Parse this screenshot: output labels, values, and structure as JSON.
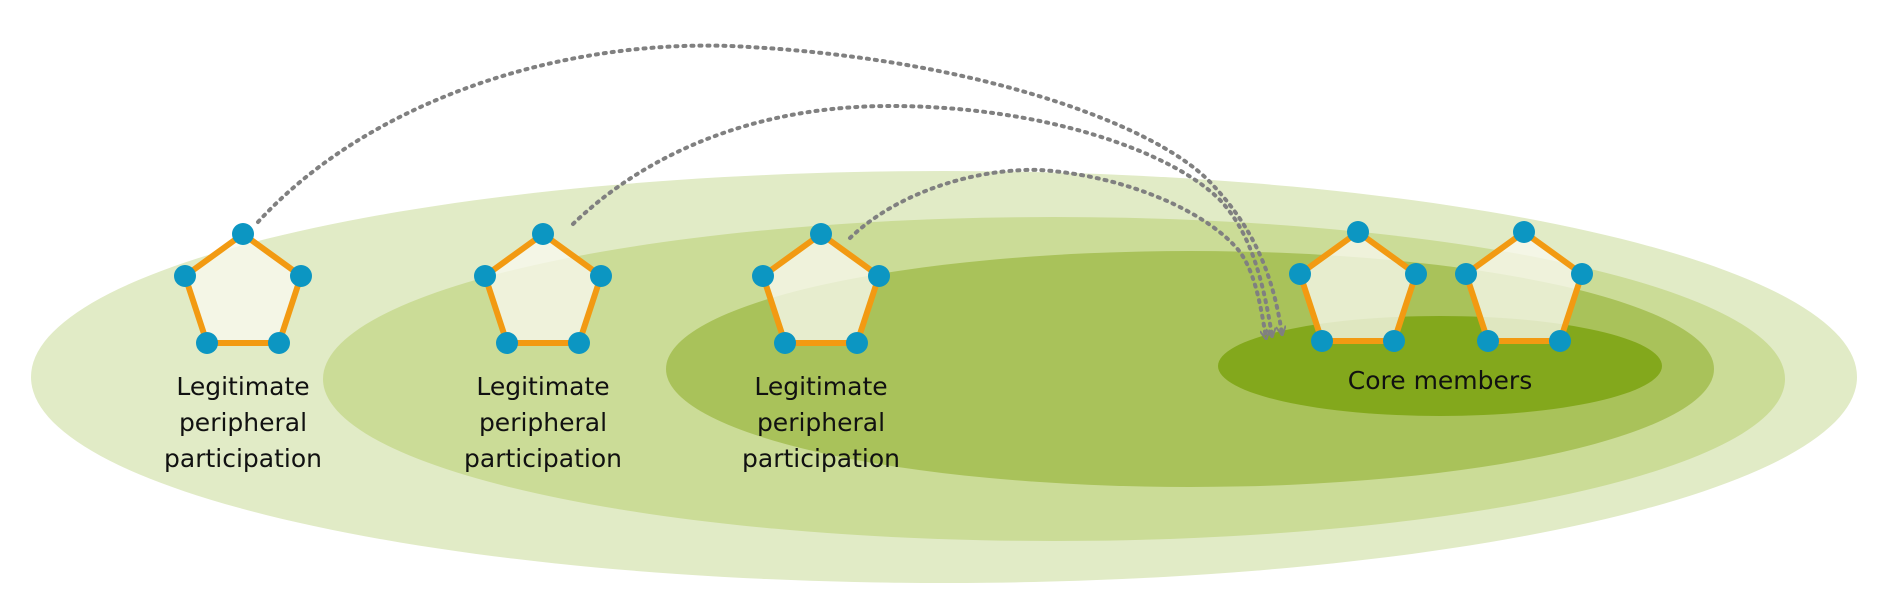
{
  "colors": {
    "ring_outer": "#e1ebc6",
    "ring_second": "#cbdc97",
    "ring_third": "#a9c25a",
    "ring_core": "#83a81c",
    "pentagon_stroke": "#f29a12",
    "pentagon_fill": "#f8f9ee",
    "node": "#0c96c2",
    "arrow": "#808080"
  },
  "labels": {
    "peripheral": [
      "Legitimate",
      "peripheral",
      "participation"
    ],
    "core": "Core members"
  },
  "groups": [
    {
      "name": "peripheral-group-1",
      "label_ref": "peripheral"
    },
    {
      "name": "peripheral-group-2",
      "label_ref": "peripheral"
    },
    {
      "name": "peripheral-group-3",
      "label_ref": "peripheral"
    },
    {
      "name": "core-group-1",
      "label_ref": "core"
    },
    {
      "name": "core-group-2",
      "label_ref": "core"
    }
  ],
  "arrows": [
    {
      "from": "peripheral-group-1",
      "to": "core-members"
    },
    {
      "from": "peripheral-group-2",
      "to": "core-members"
    },
    {
      "from": "peripheral-group-3",
      "to": "core-members"
    }
  ]
}
